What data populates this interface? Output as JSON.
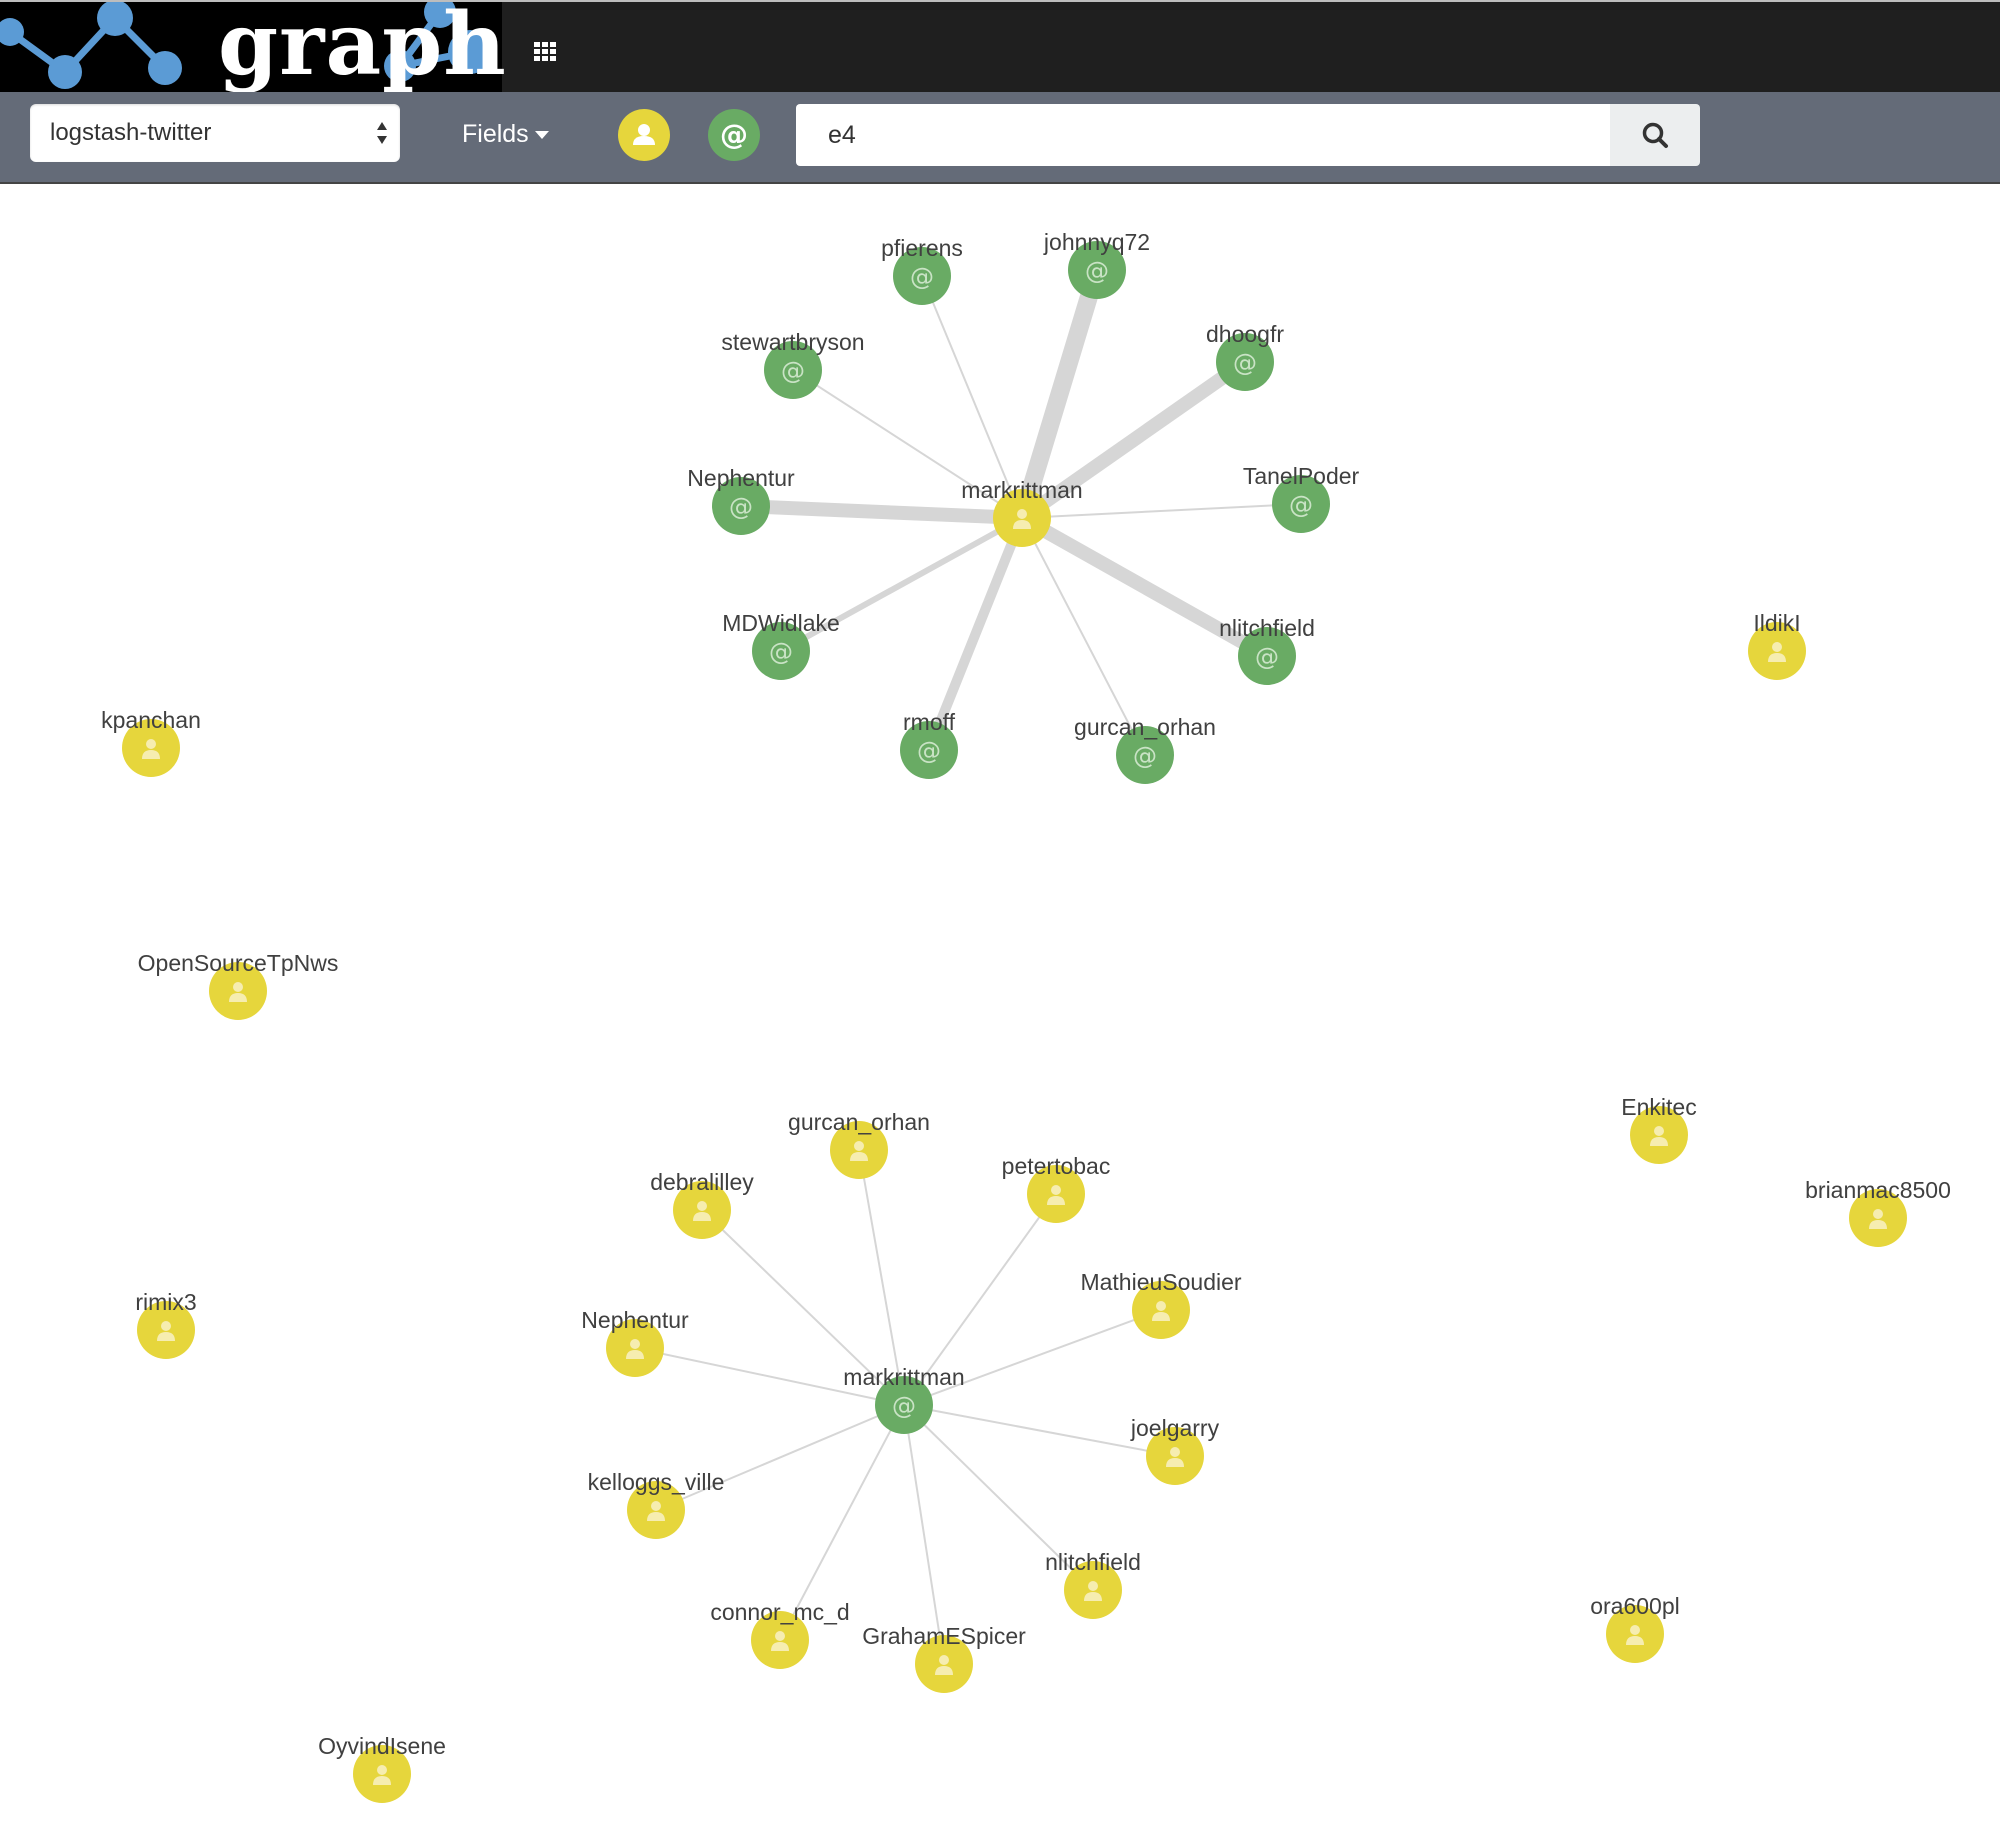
{
  "app": {
    "title": "graph"
  },
  "toolbar": {
    "index_value": "logstash-twitter",
    "fields_label": "Fields",
    "search_value": "e4"
  },
  "colors": {
    "user_node": "#e6d63c",
    "mention_node": "#69ab64",
    "edge": "#d6d6d6",
    "toolbar_bg": "#646b78"
  },
  "icons": {
    "user_field": "person-icon",
    "mention_field": "at-sign-icon",
    "apps": "apps-grid-icon",
    "search": "search-icon"
  },
  "graph": {
    "nodes": [
      {
        "id": "n1",
        "label": "markrittman",
        "type": "user"
      },
      {
        "id": "n2",
        "label": "pfierens",
        "type": "mention"
      },
      {
        "id": "n3",
        "label": "johnnyq72",
        "type": "mention"
      },
      {
        "id": "n4",
        "label": "stewartbryson",
        "type": "mention"
      },
      {
        "id": "n5",
        "label": "dhoogfr",
        "type": "mention"
      },
      {
        "id": "n6",
        "label": "Nephentur",
        "type": "mention"
      },
      {
        "id": "n7",
        "label": "TanelPoder",
        "type": "mention"
      },
      {
        "id": "n8",
        "label": "MDWidlake",
        "type": "mention"
      },
      {
        "id": "n9",
        "label": "nlitchfield",
        "type": "mention"
      },
      {
        "id": "n10",
        "label": "rmoff",
        "type": "mention"
      },
      {
        "id": "n11",
        "label": "gurcan_orhan",
        "type": "mention"
      },
      {
        "id": "n12",
        "label": "IldikI",
        "type": "user"
      },
      {
        "id": "n13",
        "label": "kpanchan",
        "type": "user"
      },
      {
        "id": "n14",
        "label": "OpenSourceTpNws",
        "type": "user"
      },
      {
        "id": "n15",
        "label": "Enkitec",
        "type": "user"
      },
      {
        "id": "n16",
        "label": "brianmac8500",
        "type": "user"
      },
      {
        "id": "n17",
        "label": "rimix3",
        "type": "user"
      },
      {
        "id": "n18",
        "label": "ora600pl",
        "type": "user"
      },
      {
        "id": "n19",
        "label": "OyvindIsene",
        "type": "user"
      },
      {
        "id": "n20",
        "label": "markrittman",
        "type": "mention"
      },
      {
        "id": "n21",
        "label": "gurcan_orhan",
        "type": "user"
      },
      {
        "id": "n22",
        "label": "debralilley",
        "type": "user"
      },
      {
        "id": "n23",
        "label": "petertobac",
        "type": "user"
      },
      {
        "id": "n24",
        "label": "MathieuSoudier",
        "type": "user"
      },
      {
        "id": "n25",
        "label": "Nephentur",
        "type": "user"
      },
      {
        "id": "n26",
        "label": "joelgarry",
        "type": "user"
      },
      {
        "id": "n27",
        "label": "kelloggs_ville",
        "type": "user"
      },
      {
        "id": "n28",
        "label": "nlitchfield",
        "type": "user"
      },
      {
        "id": "n29",
        "label": "connor_mc_d",
        "type": "user"
      },
      {
        "id": "n30",
        "label": "GrahamESpicer",
        "type": "user"
      }
    ],
    "edges": [
      {
        "source": "n1",
        "target": "n2",
        "weight": 1
      },
      {
        "source": "n1",
        "target": "n3",
        "weight": 5
      },
      {
        "source": "n1",
        "target": "n4",
        "weight": 1
      },
      {
        "source": "n1",
        "target": "n5",
        "weight": 4
      },
      {
        "source": "n1",
        "target": "n6",
        "weight": 4
      },
      {
        "source": "n1",
        "target": "n7",
        "weight": 1
      },
      {
        "source": "n1",
        "target": "n8",
        "weight": 2
      },
      {
        "source": "n1",
        "target": "n9",
        "weight": 4
      },
      {
        "source": "n1",
        "target": "n10",
        "weight": 3
      },
      {
        "source": "n1",
        "target": "n11",
        "weight": 1
      },
      {
        "source": "n20",
        "target": "n21",
        "weight": 1
      },
      {
        "source": "n20",
        "target": "n22",
        "weight": 1
      },
      {
        "source": "n20",
        "target": "n23",
        "weight": 1
      },
      {
        "source": "n20",
        "target": "n24",
        "weight": 1
      },
      {
        "source": "n20",
        "target": "n25",
        "weight": 1
      },
      {
        "source": "n20",
        "target": "n26",
        "weight": 1
      },
      {
        "source": "n20",
        "target": "n27",
        "weight": 1
      },
      {
        "source": "n20",
        "target": "n28",
        "weight": 1
      },
      {
        "source": "n20",
        "target": "n29",
        "weight": 1
      },
      {
        "source": "n20",
        "target": "n30",
        "weight": 1
      }
    ]
  }
}
